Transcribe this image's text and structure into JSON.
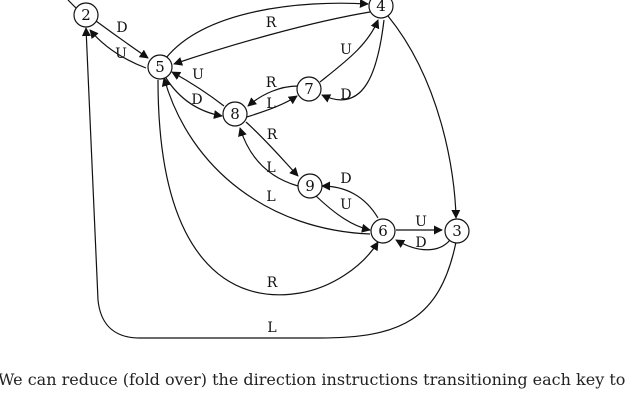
{
  "nodes": [
    {
      "id": "2",
      "label": "2"
    },
    {
      "id": "4",
      "label": "4"
    },
    {
      "id": "5",
      "label": "5"
    },
    {
      "id": "7",
      "label": "7"
    },
    {
      "id": "8",
      "label": "8"
    },
    {
      "id": "9",
      "label": "9"
    },
    {
      "id": "6",
      "label": "6"
    },
    {
      "id": "3",
      "label": "3"
    }
  ],
  "edges": [
    {
      "from": "2",
      "to": "5",
      "label": "D"
    },
    {
      "from": "5",
      "to": "2",
      "label": "U"
    },
    {
      "from": "5",
      "to": "4",
      "label": ""
    },
    {
      "from": "4",
      "to": "5",
      "label": "R"
    },
    {
      "from": "7",
      "to": "4",
      "label": "U"
    },
    {
      "from": "4",
      "to": "7",
      "label": "D"
    },
    {
      "from": "4",
      "to": "3",
      "label": ""
    },
    {
      "from": "7",
      "to": "8",
      "label": "R"
    },
    {
      "from": "8",
      "to": "7",
      "label": "L"
    },
    {
      "from": "8",
      "to": "5",
      "label": "U"
    },
    {
      "from": "5",
      "to": "8",
      "label": "D"
    },
    {
      "from": "8",
      "to": "9",
      "label": "R"
    },
    {
      "from": "9",
      "to": "8",
      "label": "L"
    },
    {
      "from": "6",
      "to": "9",
      "label": "D"
    },
    {
      "from": "9",
      "to": "6",
      "label": "U"
    },
    {
      "from": "6",
      "to": "5",
      "label": "L"
    },
    {
      "from": "6",
      "to": "3",
      "label": "U"
    },
    {
      "from": "3",
      "to": "6",
      "label": "D"
    },
    {
      "from": "5",
      "to": "6",
      "label": "R"
    },
    {
      "from": "3",
      "to": "2",
      "label": "L"
    }
  ],
  "caption": "We can reduce (fold over) the direction instructions transitioning each key to"
}
